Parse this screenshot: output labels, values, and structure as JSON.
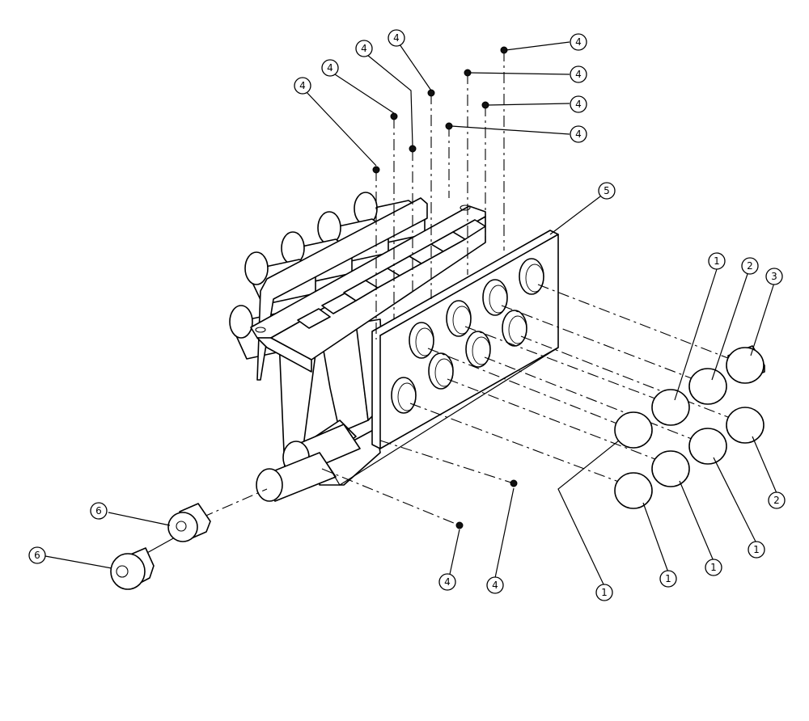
{
  "diagram": {
    "callouts": [
      {
        "id": "c-4-a",
        "label": "4"
      },
      {
        "id": "c-4-b",
        "label": "4"
      },
      {
        "id": "c-4-c",
        "label": "4"
      },
      {
        "id": "c-4-d",
        "label": "4"
      },
      {
        "id": "c-4-e",
        "label": "4"
      },
      {
        "id": "c-4-f",
        "label": "4"
      },
      {
        "id": "c-4-g",
        "label": "4"
      },
      {
        "id": "c-4-h",
        "label": "4"
      },
      {
        "id": "c-4-i",
        "label": "4"
      },
      {
        "id": "c-4-j",
        "label": "4"
      },
      {
        "id": "c-5",
        "label": "5"
      },
      {
        "id": "c-1-a",
        "label": "1"
      },
      {
        "id": "c-2-a",
        "label": "2"
      },
      {
        "id": "c-3",
        "label": "3"
      },
      {
        "id": "c-2-b",
        "label": "2"
      },
      {
        "id": "c-1-b",
        "label": "1"
      },
      {
        "id": "c-1-c",
        "label": "1"
      },
      {
        "id": "c-1-d",
        "label": "1"
      },
      {
        "id": "c-1-e",
        "label": "1"
      },
      {
        "id": "c-6-a",
        "label": "6"
      },
      {
        "id": "c-6-b",
        "label": "6"
      }
    ]
  }
}
